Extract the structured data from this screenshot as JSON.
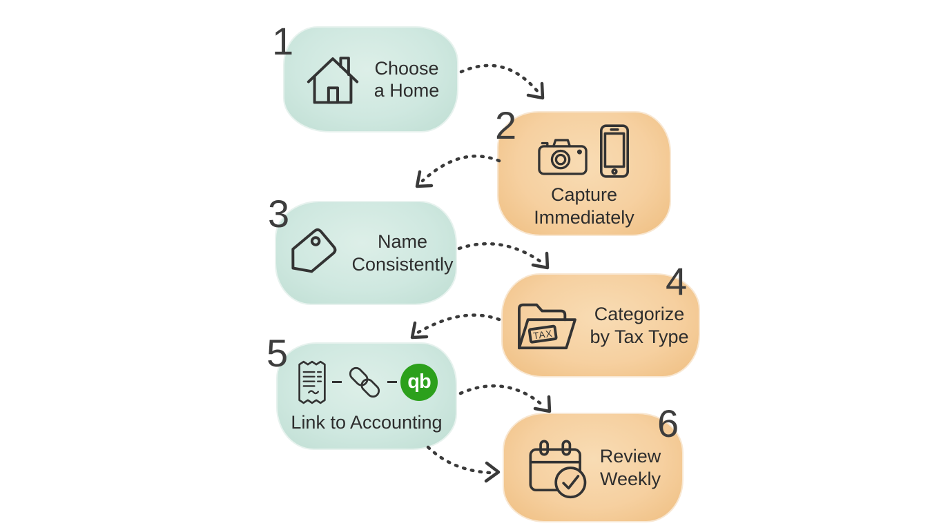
{
  "palette": {
    "background": "#ffffff",
    "teal_blob": "#cfe8e0",
    "orange_blob": "#f6d0a0",
    "ink": "#333333",
    "text": "#2d2d2d",
    "number": "#3d3d3d",
    "arrow": "#3a3a3a",
    "quickbooks_green": "#2ca01c",
    "quickbooks_text": "#ffffff"
  },
  "steps": [
    {
      "number": "1",
      "line1": "Choose",
      "line2": "a Home",
      "color": "teal",
      "icons": [
        "house-icon"
      ]
    },
    {
      "number": "2",
      "line1": "Capture",
      "line2": "Immediately",
      "color": "orange",
      "icons": [
        "camera-icon",
        "smartphone-icon"
      ]
    },
    {
      "number": "3",
      "line1": "Name",
      "line2": "Consistently",
      "color": "teal",
      "icons": [
        "price-tag-icon"
      ]
    },
    {
      "number": "4",
      "line1": "Categorize",
      "line2": "by Tax Type",
      "color": "orange",
      "icons": [
        "tax-folder-icon"
      ],
      "folder_label": "TAX"
    },
    {
      "number": "5",
      "line1": "Link to Accounting",
      "line2": "",
      "color": "teal",
      "icons": [
        "receipt-icon",
        "chain-link-icon",
        "quickbooks-logo-icon"
      ],
      "qb_label": "qb"
    },
    {
      "number": "6",
      "line1": "Review",
      "line2": "Weekly",
      "color": "orange",
      "icons": [
        "calendar-check-icon"
      ]
    }
  ],
  "connections": [
    {
      "from": "1",
      "to": "2"
    },
    {
      "from": "2",
      "to": "3"
    },
    {
      "from": "3",
      "to": "4"
    },
    {
      "from": "4",
      "to": "5"
    },
    {
      "from": "5",
      "to": "6"
    },
    {
      "from": "5",
      "to": "6"
    }
  ]
}
